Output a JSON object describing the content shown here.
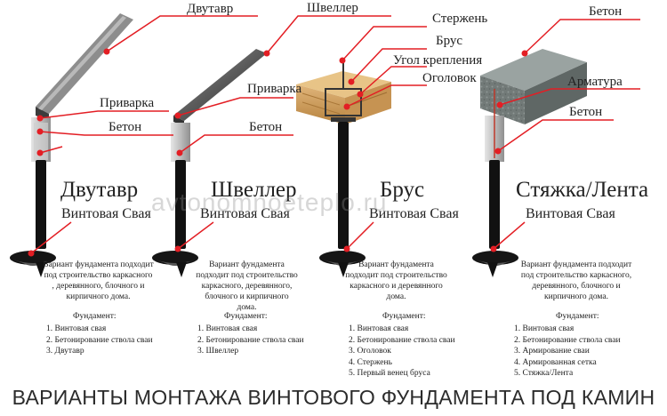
{
  "labels": {
    "dvutavr": "Двутавр",
    "shveller": "Швеллер",
    "sterzhen": "Стержень",
    "beton": "Бетон",
    "brus": "Брус",
    "ugol": "Угол крепления",
    "ogolovok": "Оголовок",
    "privarka": "Приварка",
    "armatura": "Арматура"
  },
  "columns": [
    {
      "name": "Двутавр",
      "pile": "Винтовая Свая",
      "description": "Вариант фундамента подходит под строительство каркасного , деревянного, блочного и кирпичного дома.",
      "foundation_header": "Фундамент:",
      "items": [
        "1. Винтовая свая",
        "2. Бетонирование ствола сваи",
        "3. Двутавр"
      ]
    },
    {
      "name": "Швеллер",
      "pile": "Винтовая Свая",
      "description": "Вариант фундамента подходит под строительство каркасного, деревянного, блочного и кирпичного дома.",
      "foundation_header": "Фундамент:",
      "items": [
        "1. Винтовая свая",
        "2. Бетонирование ствола сваи",
        "3. Швеллер"
      ]
    },
    {
      "name": "Брус",
      "pile": "Винтовая Свая",
      "description": "Вариант фундамента подходит под строительство каркасного и деревянного дома.",
      "foundation_header": "Фундамент:",
      "items": [
        "1. Винтовая свая",
        "2. Бетонирование ствола сваи",
        "3. Оголовок",
        "4. Стержень",
        "5. Первый венец бруса"
      ]
    },
    {
      "name": "Стяжка/Лента",
      "pile": "Винтовая Свая",
      "description": "Вариант фундамента подходит под строительство каркасного, деревянного, блочного и кирпичного дома.",
      "foundation_header": "Фундамент:",
      "items": [
        "1. Винтовая свая",
        "2. Бетонирование ствола сваи",
        "3. Армирование сваи",
        "4. Армированная сетка",
        "5. Стяжка/Лента"
      ]
    }
  ],
  "watermark": "avtonomnoeteplo.ru",
  "title": "ВАРИАНТЫ МОНТАЖА ВИНТОВОГО ФУНДАМЕНТА ПОД КАМИН",
  "colors": {
    "callout": "#e31e24",
    "pile": "#111111"
  }
}
